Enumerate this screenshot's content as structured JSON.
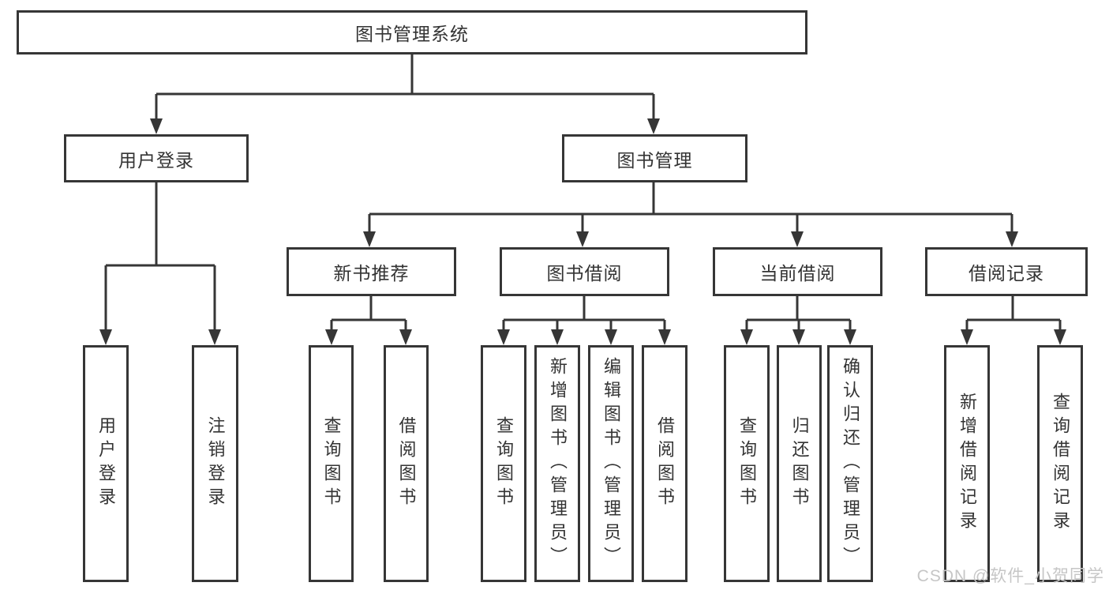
{
  "diagram": {
    "title": "图书管理系统",
    "root": {
      "label": "图书管理系统"
    },
    "level2": [
      {
        "label": "用户登录"
      },
      {
        "label": "图书管理"
      }
    ],
    "level3": [
      {
        "label": "新书推荐"
      },
      {
        "label": "图书借阅"
      },
      {
        "label": "当前借阅"
      },
      {
        "label": "借阅记录"
      }
    ],
    "leaves": {
      "user_login": [
        "用户登录",
        "注销登录"
      ],
      "new_book": [
        "查询图书",
        "借阅图书"
      ],
      "book_borrow": [
        "查询图书",
        "新增图书（管理员）",
        "编辑图书（管理员）",
        "借阅图书"
      ],
      "current_borrow": [
        "查询图书",
        "归还图书",
        "确认归还（管理员）"
      ],
      "borrow_records": [
        "新增借阅记录",
        "查询借阅记录"
      ]
    }
  },
  "colors": {
    "line": "#363636",
    "text": "#333333",
    "watermark": "#c6c6c6"
  },
  "watermark": "CSDN @软件_小贺同学"
}
